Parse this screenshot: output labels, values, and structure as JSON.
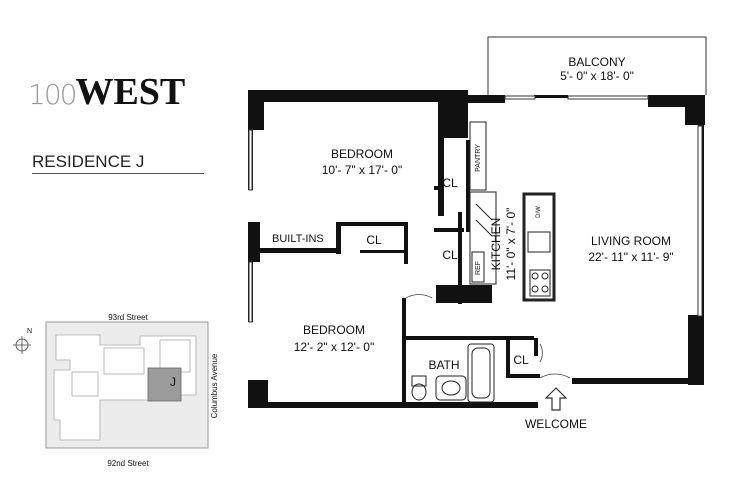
{
  "logo": {
    "number": "100",
    "word": "WEST"
  },
  "residence": "RESIDENCE J",
  "rooms": {
    "balcony": {
      "name": "BALCONY",
      "dims": "5'- 0\" x 18'- 0\""
    },
    "bedroom1": {
      "name": "BEDROOM",
      "dims": "10'- 7\" x 17'- 0\""
    },
    "bedroom2": {
      "name": "BEDROOM",
      "dims": "12'- 2\" x 12'- 0\""
    },
    "living": {
      "name": "LIVING ROOM",
      "dims": "22'- 11\" x 11'- 9\""
    },
    "kitchen": {
      "name": "KITCHEN",
      "dims": "11'- 0\" x 7'- 0\""
    },
    "bath": "BATH",
    "closet": "CL",
    "builtins": "BUILT-INS",
    "pantry": "PANTRY",
    "ref": "REF",
    "dw": "D/W",
    "welcome": "WELCOME"
  },
  "keyplan": {
    "north": "N",
    "top_street": "93rd Street",
    "bottom_street": "92nd Street",
    "avenue": "Columbus Avenue",
    "unit": "J"
  }
}
